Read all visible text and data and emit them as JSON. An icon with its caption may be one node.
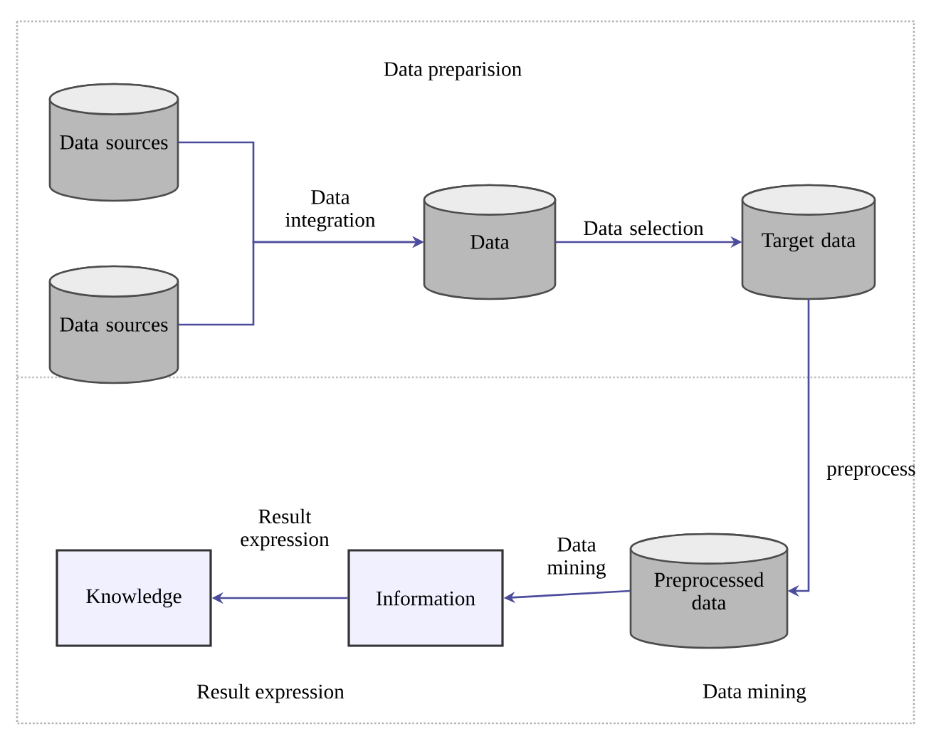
{
  "diagram": {
    "nodes": [
      {
        "text": [
          "Data sources"
        ]
      },
      {
        "text": [
          "Data sources"
        ]
      },
      {
        "text": [
          "Data"
        ]
      },
      {
        "text": [
          "Target data"
        ]
      },
      {
        "text": [
          "Preprocessed data"
        ]
      },
      {
        "text": [
          "Information"
        ]
      },
      {
        "text": [
          "Knowledge"
        ]
      }
    ],
    "edges": [
      {
        "from": 0,
        "to": 2,
        "arrow": "to",
        "label": "Data integration"
      },
      {
        "from": 1,
        "to": 2,
        "arrow": "to"
      },
      {
        "from": 2,
        "to": 3,
        "arrow": "to",
        "label": "Data selection"
      },
      {
        "from": 3,
        "to": 4,
        "arrow": "to",
        "label": "preprocess"
      },
      {
        "from": 4,
        "to": 5,
        "arrow": "to",
        "label": "Data mining"
      },
      {
        "from": 5,
        "to": 6,
        "arrow": "to",
        "label": "Result expression"
      }
    ],
    "labels": [
      "Data preparision",
      "Result expression",
      "Data mining"
    ]
  }
}
